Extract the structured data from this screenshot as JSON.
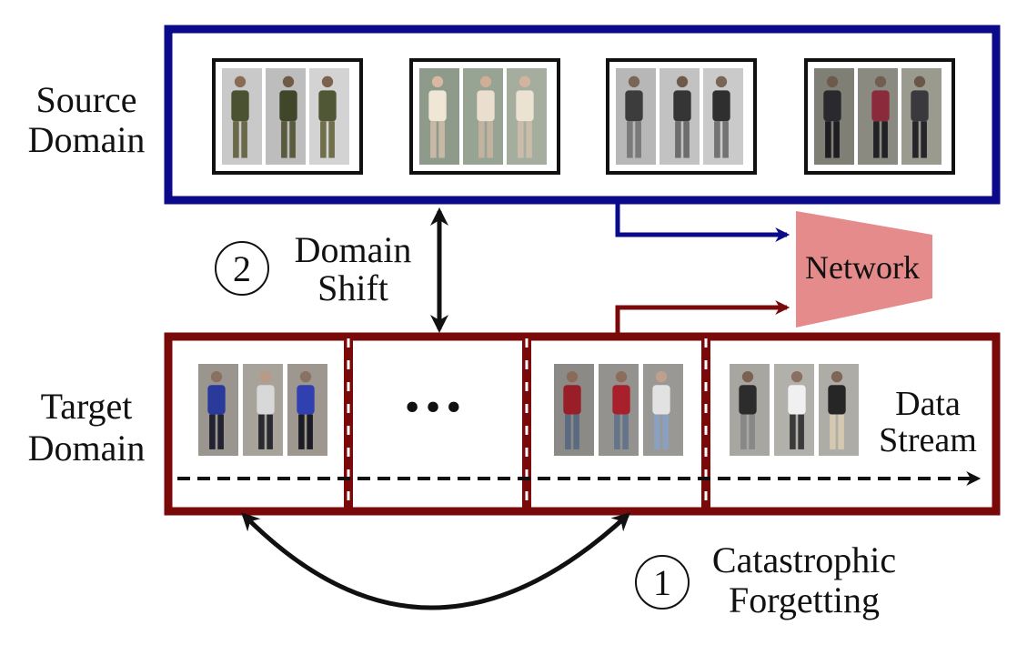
{
  "labels": {
    "source_domain": [
      "Source",
      "Domain"
    ],
    "target_domain": [
      "Target",
      "Domain"
    ],
    "domain_shift": [
      "Domain",
      "Shift"
    ],
    "catastrophic_forgetting": [
      "Catastrophic",
      "Forgetting"
    ],
    "data_stream": [
      "Data",
      "Stream"
    ],
    "network": "Network",
    "ellipsis": "•••",
    "marker_1": "1",
    "marker_2": "2"
  },
  "colors": {
    "source_border": "#0a0a8a",
    "target_border": "#7a0a0a",
    "network_fill": "#e58b8b",
    "black": "#111111"
  },
  "source_groups": [
    {
      "name": "person-group-olive",
      "people": [
        {
          "skin": "#8a6b55",
          "top": "#4a5232",
          "bottom": "#6a6a4a",
          "bg": "#c9c9c9"
        },
        {
          "skin": "#6f5a48",
          "top": "#3f4629",
          "bottom": "#5a5a3d",
          "bg": "#bdbdbd"
        },
        {
          "skin": "#7c624f",
          "top": "#4f5734",
          "bottom": "#706f4c",
          "bg": "#d3d3d3"
        }
      ]
    },
    {
      "name": "person-group-white-coat",
      "people": [
        {
          "skin": "#d8b8a0",
          "top": "#efe6d6",
          "bottom": "#c8b9a6",
          "bg": "#8e9a8a"
        },
        {
          "skin": "#cfae97",
          "top": "#eadfcf",
          "bottom": "#c2b29f",
          "bg": "#97a393"
        },
        {
          "skin": "#d2b39c",
          "top": "#ece2d1",
          "bottom": "#cbbcaa",
          "bg": "#a5ad9f"
        }
      ]
    },
    {
      "name": "person-group-grey-shirt",
      "people": [
        {
          "skin": "#7b6656",
          "top": "#3c3c3c",
          "bottom": "#7a7a7a",
          "bg": "#b7b7b7"
        },
        {
          "skin": "#6e5a4b",
          "top": "#353535",
          "bottom": "#6d6d6d",
          "bg": "#c2c2c2"
        },
        {
          "skin": "#7a6555",
          "top": "#2f2f2f",
          "bottom": "#737373",
          "bg": "#cacaca"
        }
      ]
    },
    {
      "name": "person-group-dark-red",
      "people": [
        {
          "skin": "#6d5a4c",
          "top": "#2a2a2e",
          "bottom": "#1e1e22",
          "bg": "#7f7f76"
        },
        {
          "skin": "#715e50",
          "top": "#8a2a3a",
          "bottom": "#222226",
          "bg": "#8a8a80"
        },
        {
          "skin": "#6a574a",
          "top": "#3a3a3e",
          "bottom": "#26262a",
          "bg": "#9a9a8e"
        }
      ]
    }
  ],
  "target_groups": [
    {
      "name": "person-group-blue",
      "people": [
        {
          "skin": "#8a7060",
          "top": "#2a3a9a",
          "bottom": "#222230",
          "bg": "#9a958e"
        },
        {
          "skin": "#b89a86",
          "top": "#d8d8d8",
          "bottom": "#2a2a32",
          "bg": "#a7a29a"
        },
        {
          "skin": "#8a7262",
          "top": "#3040b0",
          "bottom": "#1c1c24",
          "bg": "#9e978f"
        }
      ]
    },
    {
      "name": "person-group-red-shirt",
      "people": [
        {
          "skin": "#8a6a58",
          "top": "#9a1e28",
          "bottom": "#5a6a80",
          "bg": "#8c8a86"
        },
        {
          "skin": "#8c6c5a",
          "top": "#a8202c",
          "bottom": "#64748a",
          "bg": "#94928e"
        },
        {
          "skin": "#c0a08c",
          "top": "#e2e2e2",
          "bottom": "#8aa0c0",
          "bg": "#9a9894"
        }
      ]
    },
    {
      "name": "person-group-mixed",
      "people": [
        {
          "skin": "#7a6252",
          "top": "#2c2c2c",
          "bottom": "#888888",
          "bg": "#a8a6a0"
        },
        {
          "skin": "#8a7060",
          "top": "#f0f0f0",
          "bottom": "#3a3a3a",
          "bg": "#b2b0aa"
        },
        {
          "skin": "#7e6656",
          "top": "#262626",
          "bottom": "#d4c9b0",
          "bg": "#aeaca6"
        }
      ]
    }
  ]
}
